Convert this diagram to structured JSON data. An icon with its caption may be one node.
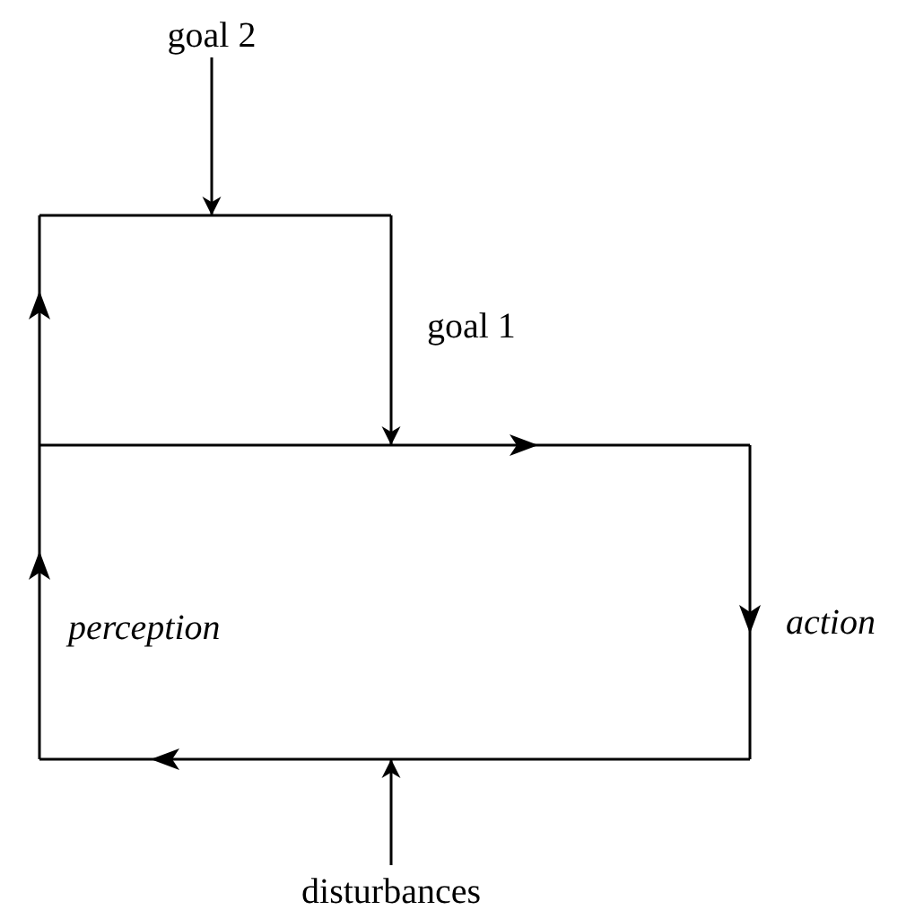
{
  "diagram": {
    "nodes": [
      {
        "text": [
          "goal 2"
        ]
      },
      {
        "text": [
          "disturbances"
        ]
      }
    ],
    "edges": [
      {
        "from": 0,
        "to": null,
        "arrow": "to"
      },
      {
        "from": 1,
        "to": null,
        "arrow": "to"
      }
    ],
    "labels": [
      "goal 1",
      "perception",
      "action"
    ]
  }
}
